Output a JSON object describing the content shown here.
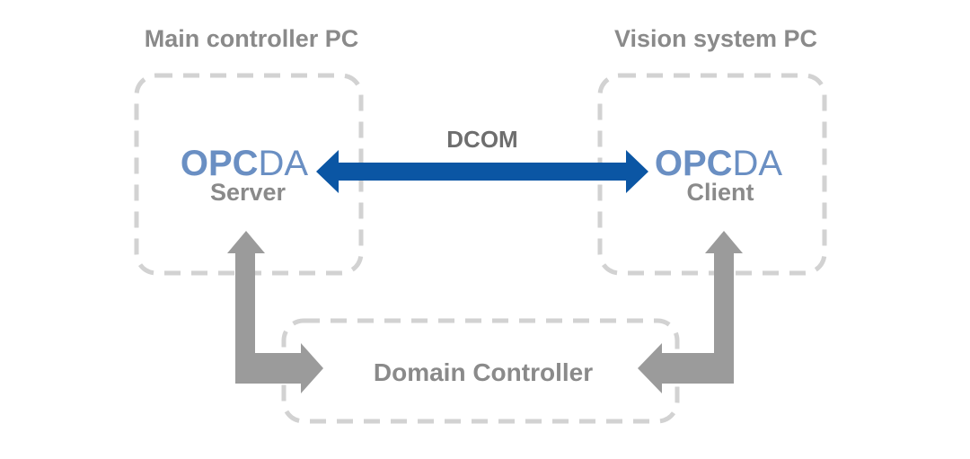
{
  "main_pc": {
    "title": "Main controller PC",
    "product_strong": "OPC",
    "product_light": "DA",
    "role": "Server"
  },
  "vision_pc": {
    "title": "Vision system PC",
    "product_strong": "OPC",
    "product_light": "DA",
    "role": "Client"
  },
  "link": {
    "label": "DCOM"
  },
  "domain_controller": {
    "label": "Domain Controller"
  },
  "colors": {
    "link_arrow": "#0b56a4",
    "product_text": "#6a8fc3",
    "gray_arrow": "#9b9b9b",
    "dashed_border": "#d2d2d2",
    "label_text": "#8a8a8a"
  }
}
